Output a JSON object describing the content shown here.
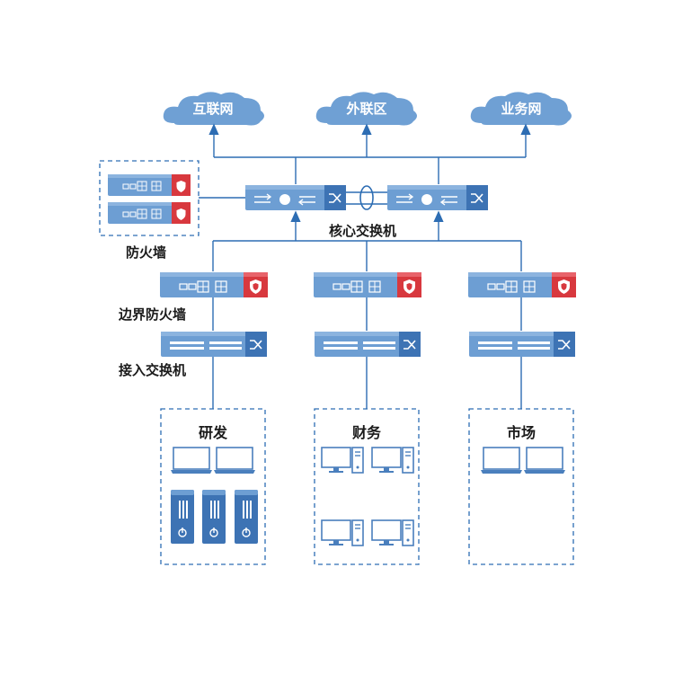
{
  "clouds": {
    "internet": "互联网",
    "extranet": "外联区",
    "business": "业务网"
  },
  "labels": {
    "firewall": "防火墙",
    "core_switch": "核心交换机",
    "border_firewall": "边界防火墙",
    "access_switch": "接入交换机"
  },
  "zones": {
    "rnd": "研发",
    "finance": "财务",
    "market": "市场"
  },
  "colors": {
    "line": "#2d6db3",
    "device_light": "#6a9bd0",
    "device_dark": "#3d73b4",
    "shield_red": "#d8383e",
    "cloud": "#6fa0d4",
    "dash": "#2d6db3"
  }
}
